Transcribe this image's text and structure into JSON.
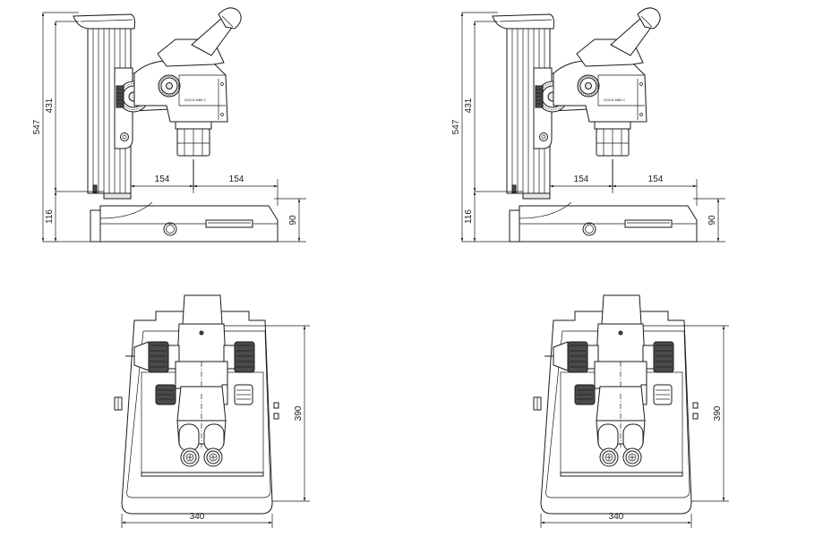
{
  "side_view": {
    "dim_total_height": "547",
    "dim_column_height": "431",
    "dim_base_height": "116",
    "dim_base_thickness": "90",
    "dim_front_reach": "154",
    "dim_rear_reach": "154",
    "brand_label": "LEICA M80 C"
  },
  "front_view": {
    "dim_width": "340",
    "dim_depth": "390"
  },
  "colors": {
    "line": "#1a1a1a",
    "shade": "#e6e6e6",
    "dark": "#4a4a4a"
  }
}
